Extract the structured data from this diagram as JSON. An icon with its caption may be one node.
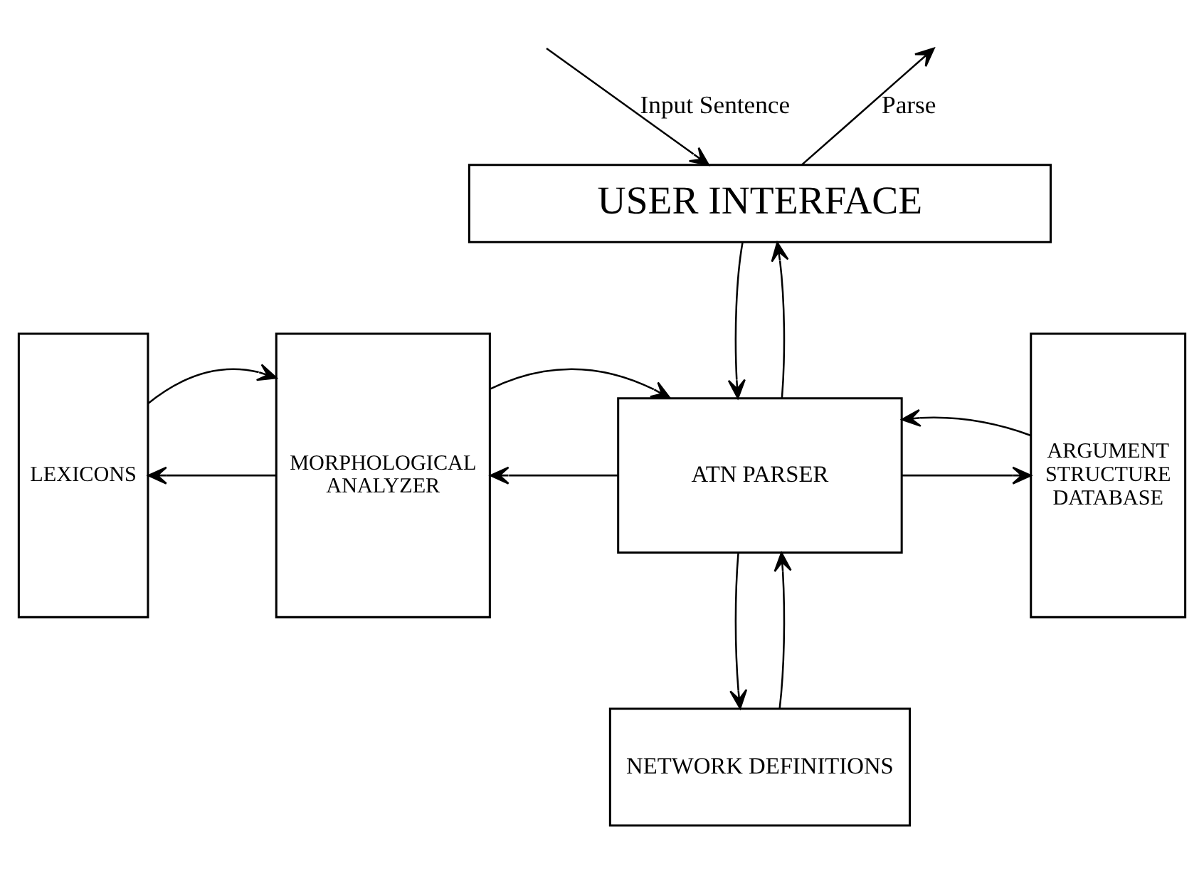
{
  "diagram": {
    "nodes": [
      {
        "text": [
          "USER INTERFACE"
        ]
      },
      {
        "text": [
          "LEXICONS"
        ]
      },
      {
        "text": [
          "MORPHOLOGICAL ANALYZER"
        ]
      },
      {
        "text": [
          "ATN PARSER"
        ]
      },
      {
        "text": [
          "ARGUMENT STRUCTURE DATABASE"
        ]
      },
      {
        "text": [
          "NETWORK DEFINITIONS"
        ]
      }
    ],
    "edges": [
      {
        "from": null,
        "to": 0,
        "arrow": "to",
        "label": "Input Sentence"
      },
      {
        "from": 0,
        "to": null,
        "arrow": "to",
        "label": "Parse"
      },
      {
        "from": 0,
        "to": 3,
        "arrow": "to"
      },
      {
        "from": 3,
        "to": 0,
        "arrow": "to"
      },
      {
        "from": 3,
        "to": 2,
        "arrow": "to"
      },
      {
        "from": 2,
        "to": 3,
        "arrow": "to"
      },
      {
        "from": 2,
        "to": 1,
        "arrow": "to"
      },
      {
        "from": 1,
        "to": 2,
        "arrow": "to"
      },
      {
        "from": 3,
        "to": 4,
        "arrow": "to"
      },
      {
        "from": 4,
        "to": 3,
        "arrow": "to"
      },
      {
        "from": 3,
        "to": 5,
        "arrow": "to"
      },
      {
        "from": 5,
        "to": 3,
        "arrow": "to"
      }
    ]
  }
}
